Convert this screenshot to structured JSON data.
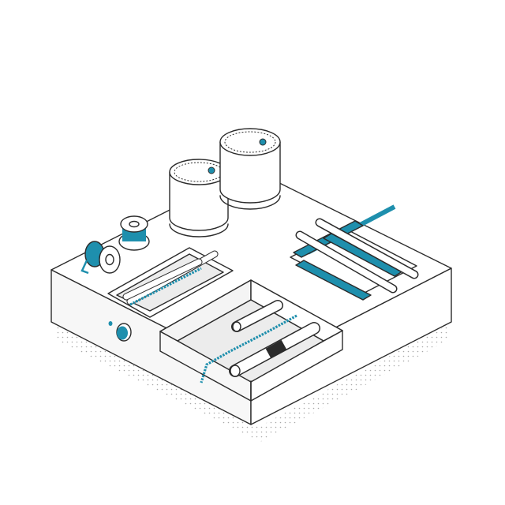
{
  "colors": {
    "line": "#2b2b2b",
    "accent": "#1e8fad",
    "face_top": "#ffffff",
    "face_side": "#f7f7f7",
    "pit_floor": "#ececec",
    "shadow_dots": "#8a8a8a",
    "background": "#ffffff"
  },
  "illustration": {
    "style": "isometric line art",
    "objects": [
      "drum-left",
      "drum-right",
      "spool-small",
      "spool-large",
      "rod-rack",
      "cable-tray",
      "sunken-pit",
      "indicator-dial"
    ]
  }
}
